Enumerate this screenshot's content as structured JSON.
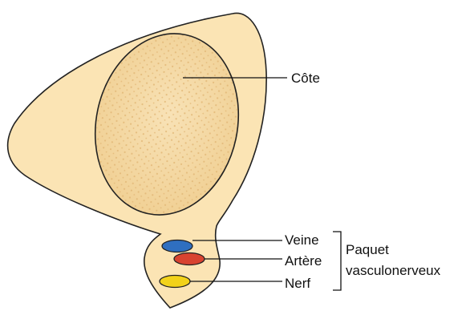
{
  "labels": {
    "cote": "Côte",
    "veine": "Veine",
    "artere": "Artère",
    "nerf": "Nerf",
    "paquet_line1": "Paquet",
    "paquet_line2": "vasculonerveux"
  },
  "colors": {
    "tissue_fill": "#fbe4b4",
    "bone_fill": "#f4d69c",
    "bone_dots": "#e2b877",
    "outline": "#222222",
    "veine": "#2f6fc0",
    "artere": "#d84330",
    "nerf": "#f2d21a"
  }
}
